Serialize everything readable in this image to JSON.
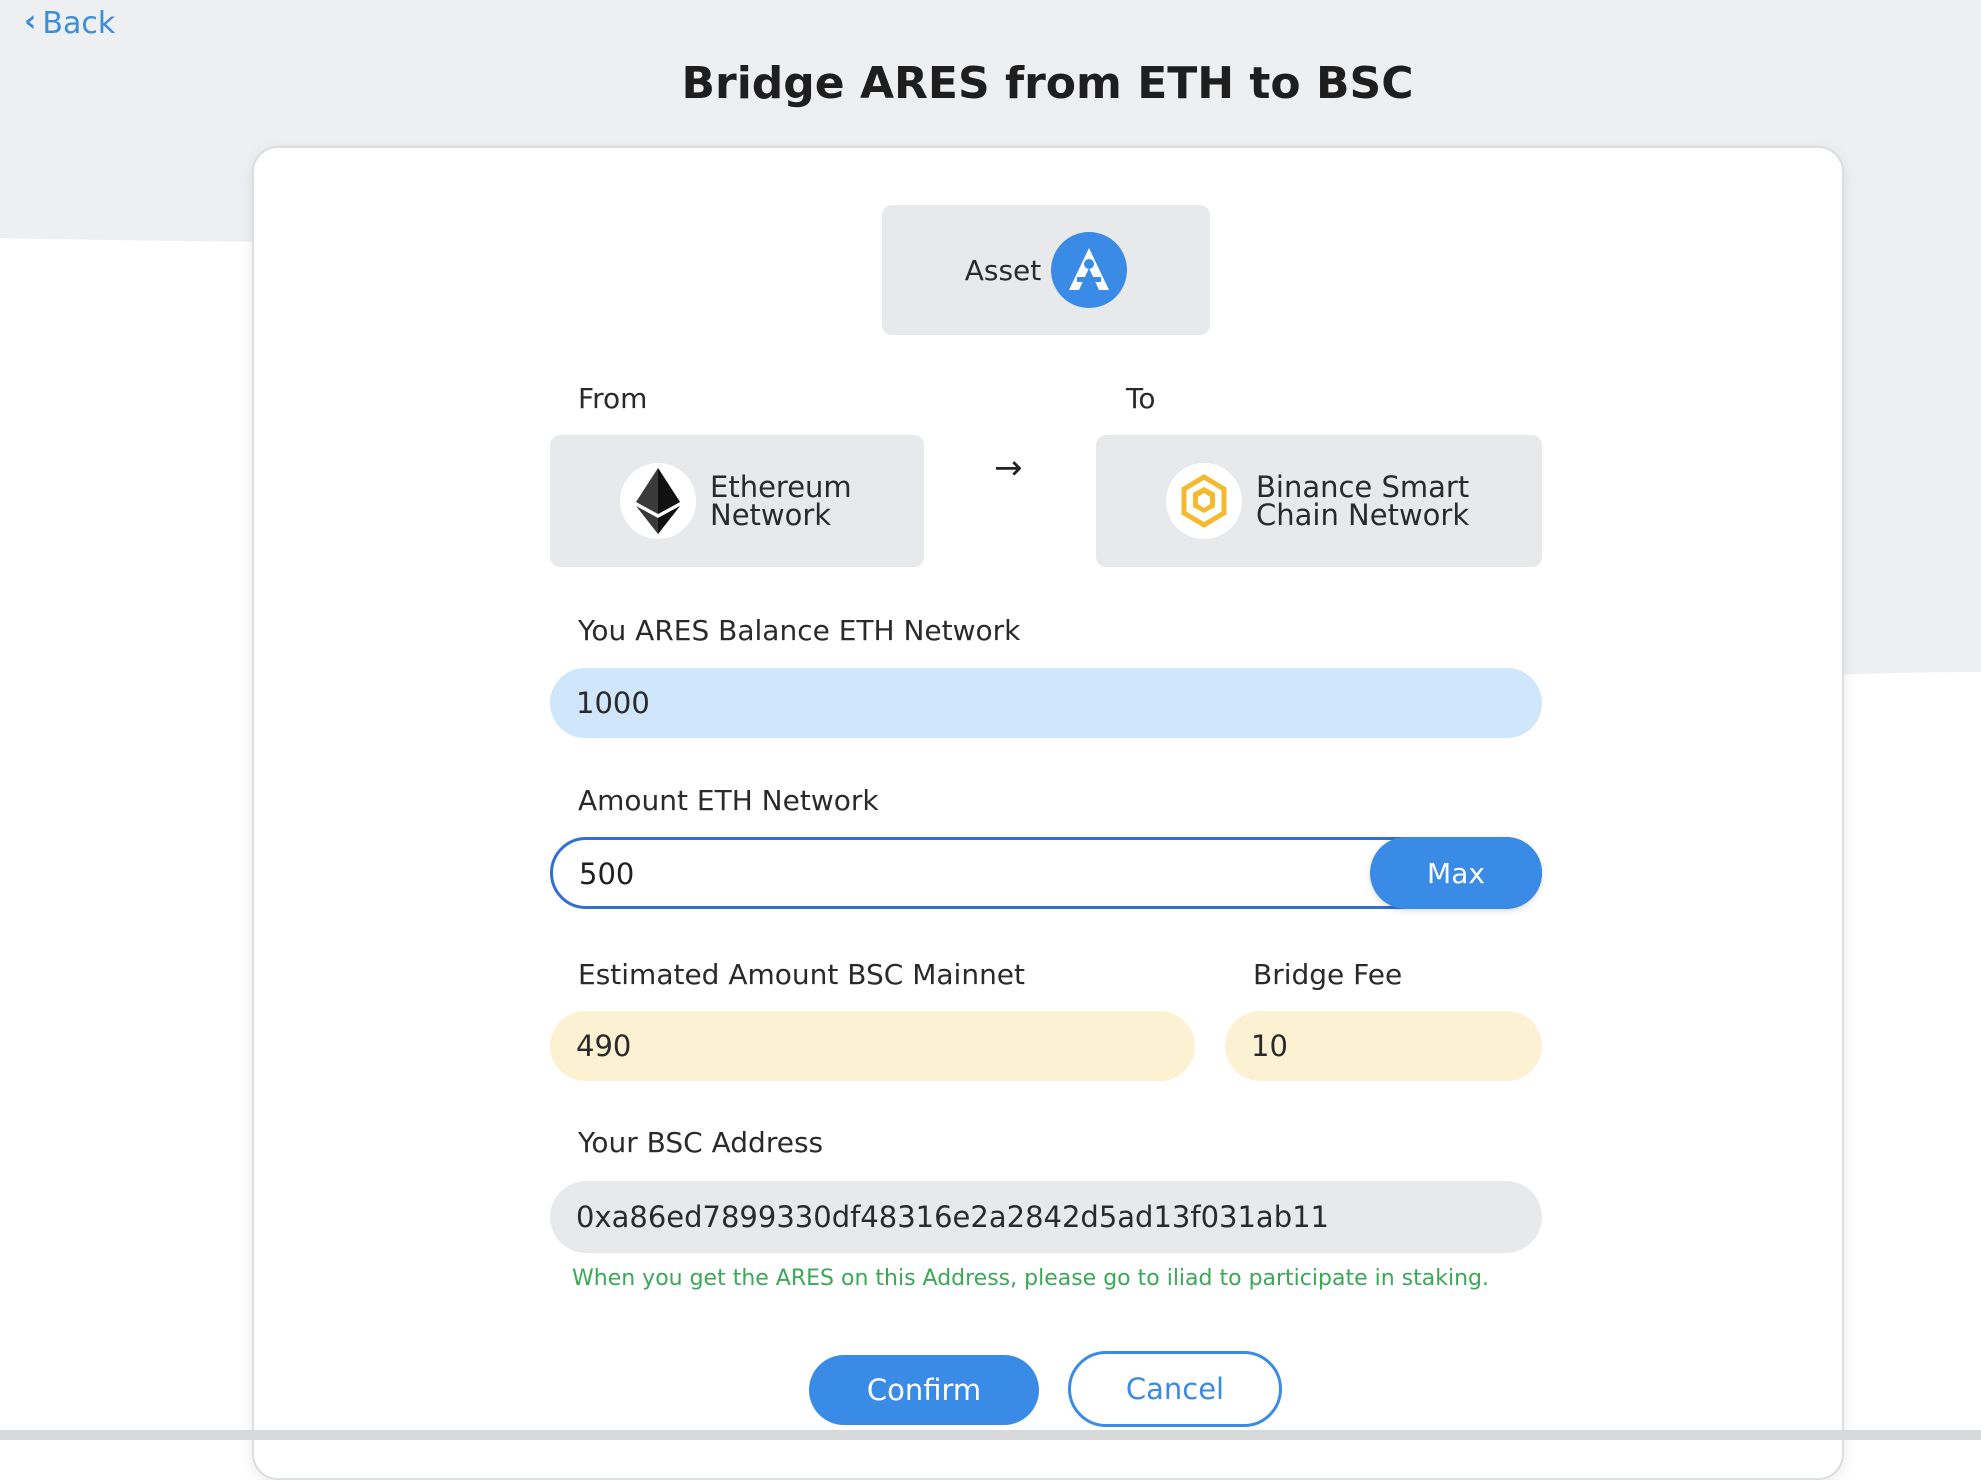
{
  "nav": {
    "back_label": "Back"
  },
  "header": {
    "title": "Bridge ARES from ETH to BSC"
  },
  "asset": {
    "label": "Asset",
    "logo_icon": "ares-logo-icon",
    "logo_color": "#3a8be6"
  },
  "route": {
    "from_label": "From",
    "to_label": "To",
    "arrow": "→",
    "from_network": {
      "name_line1": "Ethereum",
      "name_line2": "Network",
      "icon": "ethereum-icon"
    },
    "to_network": {
      "name_line1": "Binance Smart",
      "name_line2": "Chain Network",
      "icon": "binance-icon",
      "icon_color": "#f3ba2f"
    }
  },
  "balance": {
    "label": "You ARES Balance ETH Network",
    "value": "1000"
  },
  "amount": {
    "label": "Amount ETH Network",
    "value": "500",
    "max_label": "Max"
  },
  "estimate": {
    "label": "Estimated Amount BSC Mainnet",
    "value": "490"
  },
  "fee": {
    "label": "Bridge Fee",
    "value": "10"
  },
  "address": {
    "label": "Your BSC Address",
    "value": "0xa86ed7899330df48316e2a2842d5ad13f031ab11",
    "hint": "When you get the ARES on this Address,  please go to iliad to participate in staking."
  },
  "actions": {
    "confirm_label": "Confirm",
    "cancel_label": "Cancel"
  },
  "colors": {
    "accent": "#3a8be6",
    "balance_bg": "#cfe6fb",
    "estimate_bg": "#fdf1d3",
    "hint_text": "#3aa856",
    "background_wave": "#eeeff1"
  }
}
